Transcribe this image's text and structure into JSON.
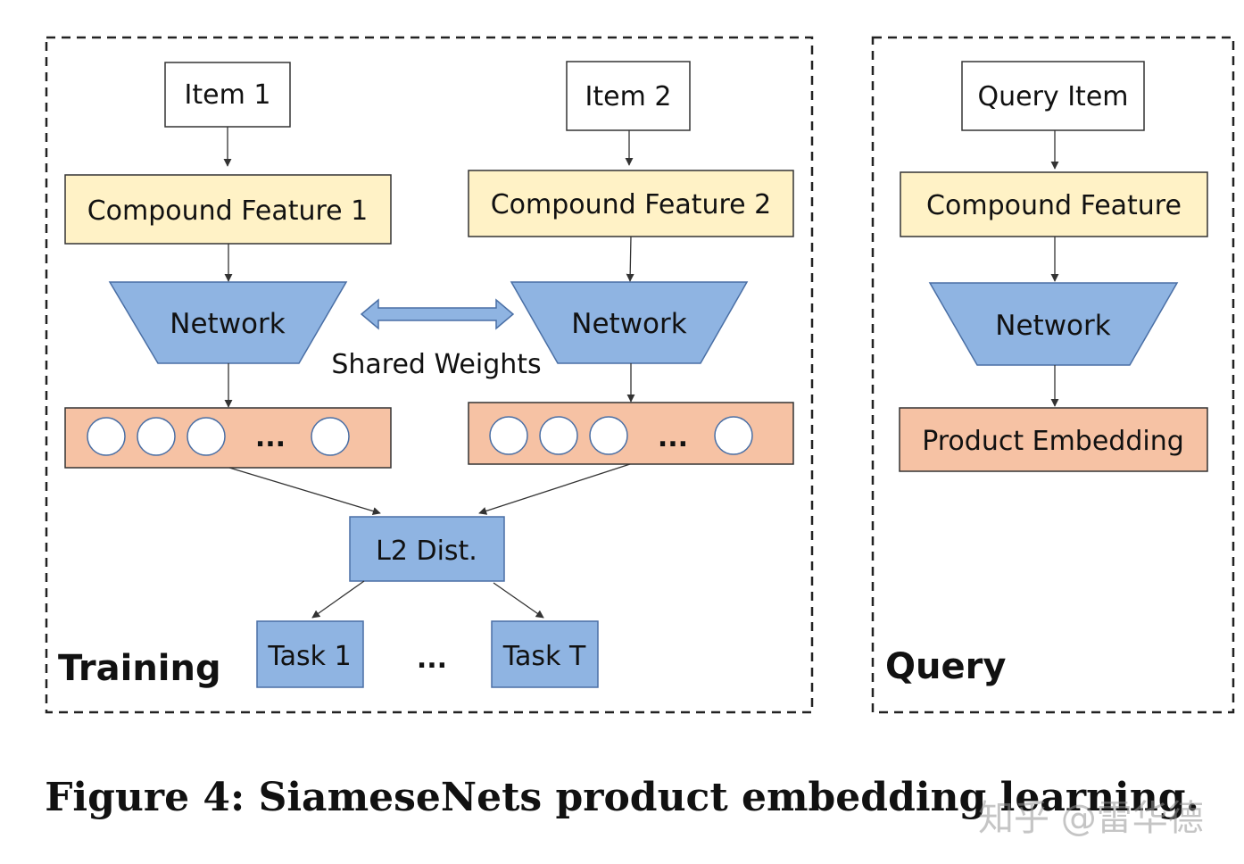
{
  "colors": {
    "feature_fill": "#FFF2C6",
    "network_fill": "#8FB4E2",
    "embedding_fill": "#F6C2A4",
    "box_fill": "#8FB4E2",
    "stroke": "#333333",
    "dash": "#222222"
  },
  "training": {
    "section_label": "Training",
    "item1": "Item 1",
    "item2": "Item 2",
    "feature1": "Compound Feature 1",
    "feature2": "Compound Feature 2",
    "network1": "Network",
    "network2": "Network",
    "shared_weights": "Shared Weights",
    "ellipsis1": "...",
    "ellipsis2": "...",
    "l2_dist": "L2 Dist.",
    "task1": "Task 1",
    "tasks_ellipsis": "...",
    "taskT": "Task T"
  },
  "query": {
    "section_label": "Query",
    "item": "Query Item",
    "feature": "Compound Feature",
    "network": "Network",
    "embedding": "Product Embedding"
  },
  "caption": "Figure 4: SiameseNets product embedding learning.",
  "watermark": "知乎 @雷华德"
}
